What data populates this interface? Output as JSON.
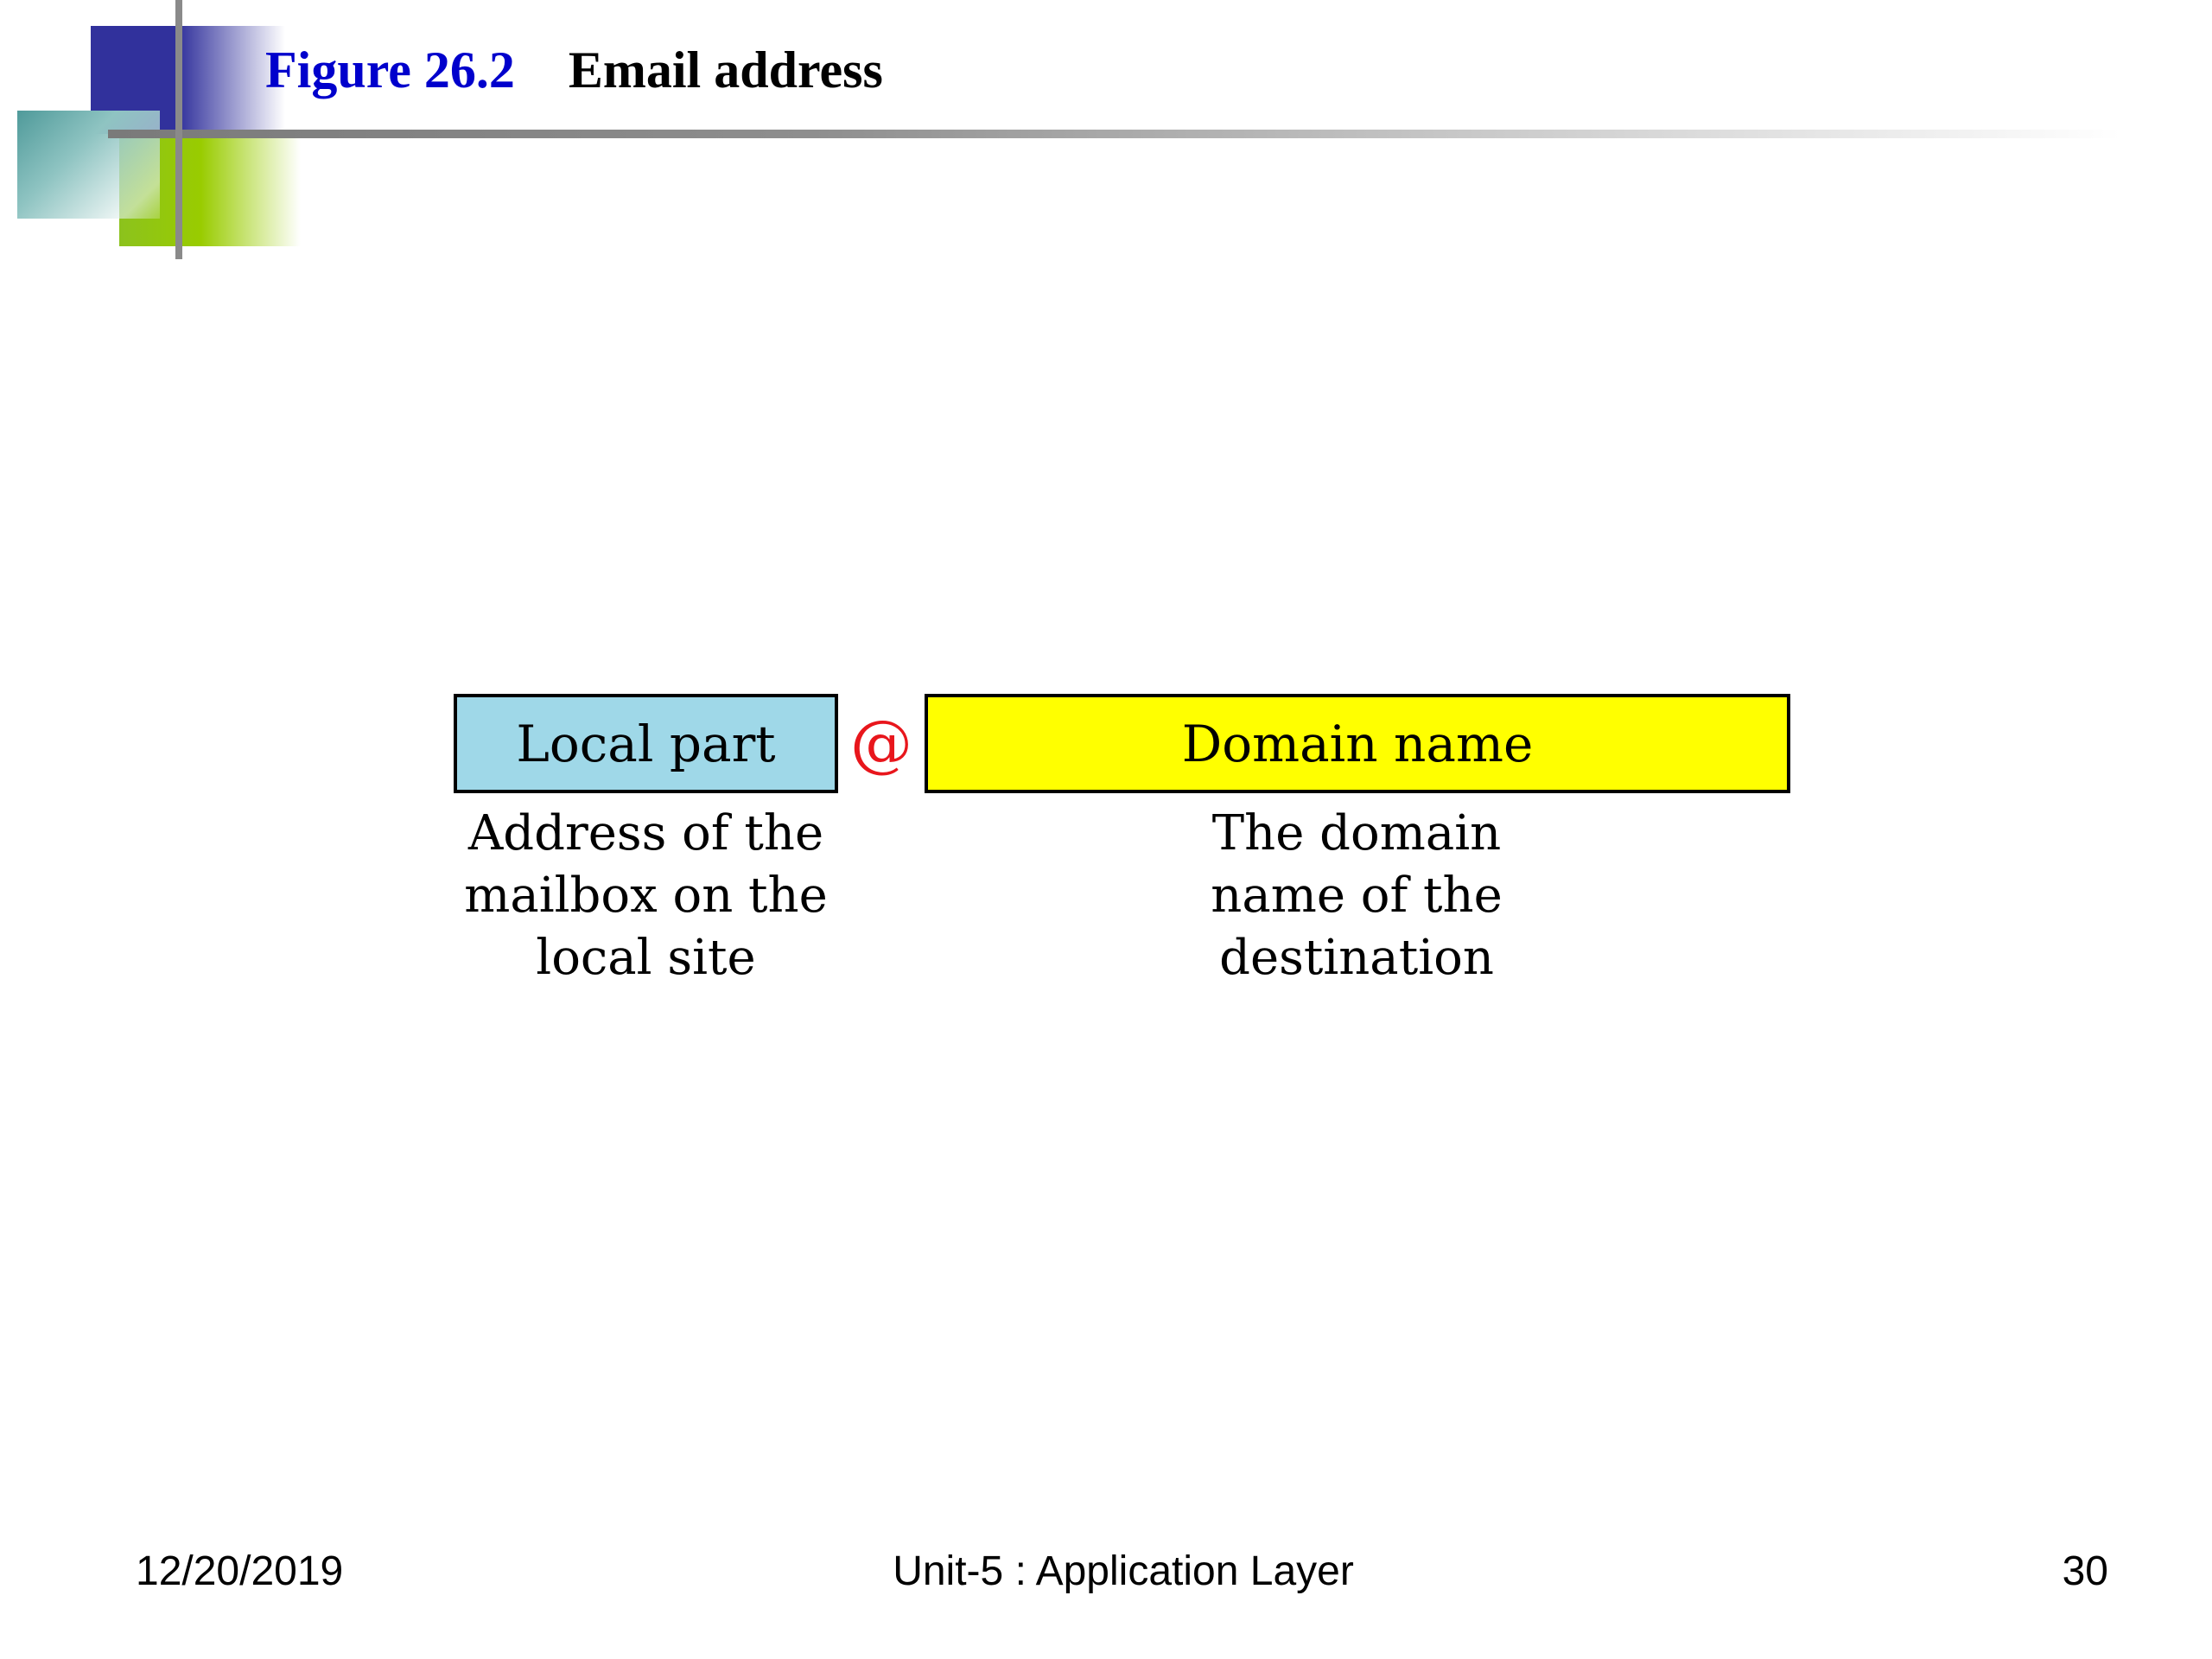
{
  "slide": {
    "title": {
      "figure_label": "Figure 26.2",
      "text": "Email address"
    },
    "diagram": {
      "local_part": {
        "label": "Local part",
        "description_lines": [
          "Address of the",
          "mailbox on the",
          "local site"
        ],
        "color": "#9fd8e8"
      },
      "separator": {
        "symbol": "@",
        "color": "#e8161c"
      },
      "domain_name": {
        "label": "Domain name",
        "description_lines": [
          "The domain",
          "name of the",
          "destination"
        ],
        "color": "#ffff00"
      }
    },
    "footer": {
      "date": "12/20/2019",
      "unit": "Unit-5 : Application Layer",
      "page_number": "30"
    },
    "colors": {
      "title_figure": "#0000cc",
      "decor_blue": "#31319c",
      "decor_green": "#99cc00"
    }
  }
}
